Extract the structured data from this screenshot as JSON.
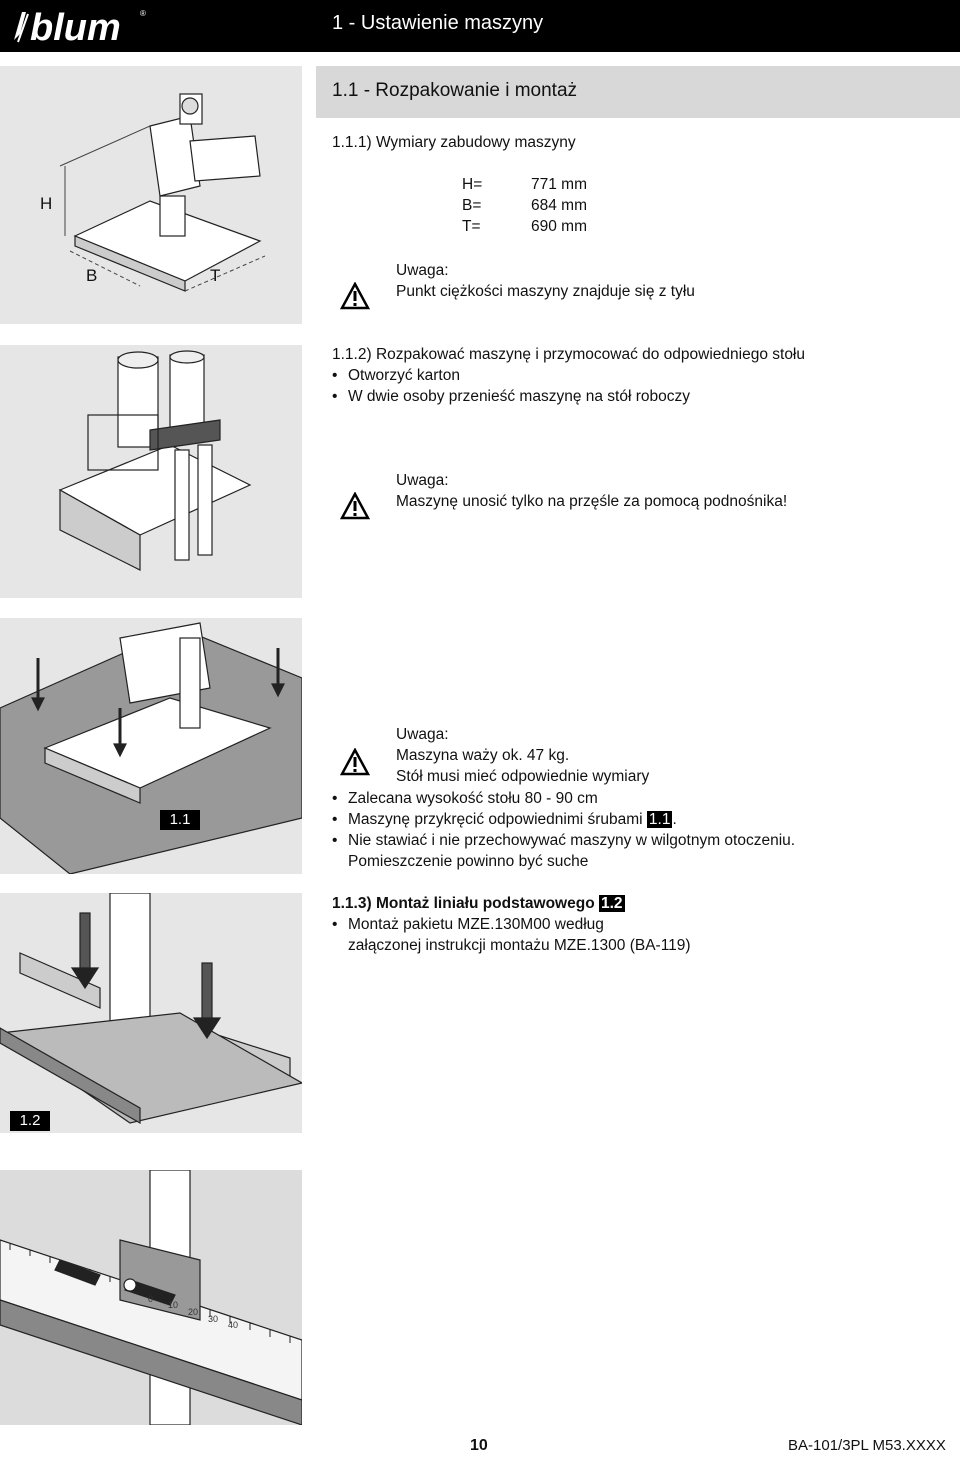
{
  "header": {
    "logo": "blum",
    "title": "1 - Ustawienie maszyny"
  },
  "section": {
    "title": "1.1 - Rozpakowanie i montaż"
  },
  "s111": {
    "heading": "1.1.1) Wymiary zabudowy maszyny",
    "dims": [
      {
        "label": "H=",
        "value": "771 mm"
      },
      {
        "label": "B=",
        "value": "684 mm"
      },
      {
        "label": "T=",
        "value": "690 mm"
      }
    ],
    "warn_title": "Uwaga:",
    "warn_text": "Punkt ciężkości maszyny znajduje się z tyłu",
    "fig_labels": {
      "h": "H",
      "b": "B",
      "t": "T"
    }
  },
  "s112": {
    "heading": "1.1.2) Rozpakować maszynę i przymocować do odpowiedniego stołu",
    "bullets": [
      "Otworzyć karton",
      "W dwie osoby przenieść maszynę na stół roboczy"
    ],
    "warn_title": "Uwaga:",
    "warn_text": "Maszynę unosić tylko na przęśle za pomocą podnośnika!"
  },
  "s_weight": {
    "warn_title": "Uwaga:",
    "line1": "Maszyna waży ok. 47 kg.",
    "line2": "Stół musi mieć odpowiednie wymiary",
    "b1": "Zalecana wysokość stołu 80 - 90 cm",
    "b2_pre": "Maszynę przykręcić odpowiednimi śrubami ",
    "b2_badge": "1.1",
    "b2_post": ".",
    "b3": "Nie stawiać i nie przechowywać maszyny w wilgotnym otoczeniu.",
    "b3_cont": "Pomieszczenie powinno być suche",
    "fig_label": "1.1"
  },
  "s113": {
    "heading_pre": "1.1.3) Montaż liniału podstawowego ",
    "heading_badge": "1.2",
    "b1": "Montaż pakietu MZE.130M00 według",
    "b1_cont": "załączonej instrukcji montażu MZE.1300 (BA-119)",
    "fig_label": "1.2",
    "scale_ticks": [
      "0",
      "10",
      "20",
      "30",
      "40"
    ]
  },
  "footer": {
    "page": "10",
    "doc": "BA-101/3PL M53.XXXX"
  },
  "colors": {
    "header_bg": "#000000",
    "figure_bg": "#e6e6e6",
    "section_bar": "#d8d8d8"
  }
}
